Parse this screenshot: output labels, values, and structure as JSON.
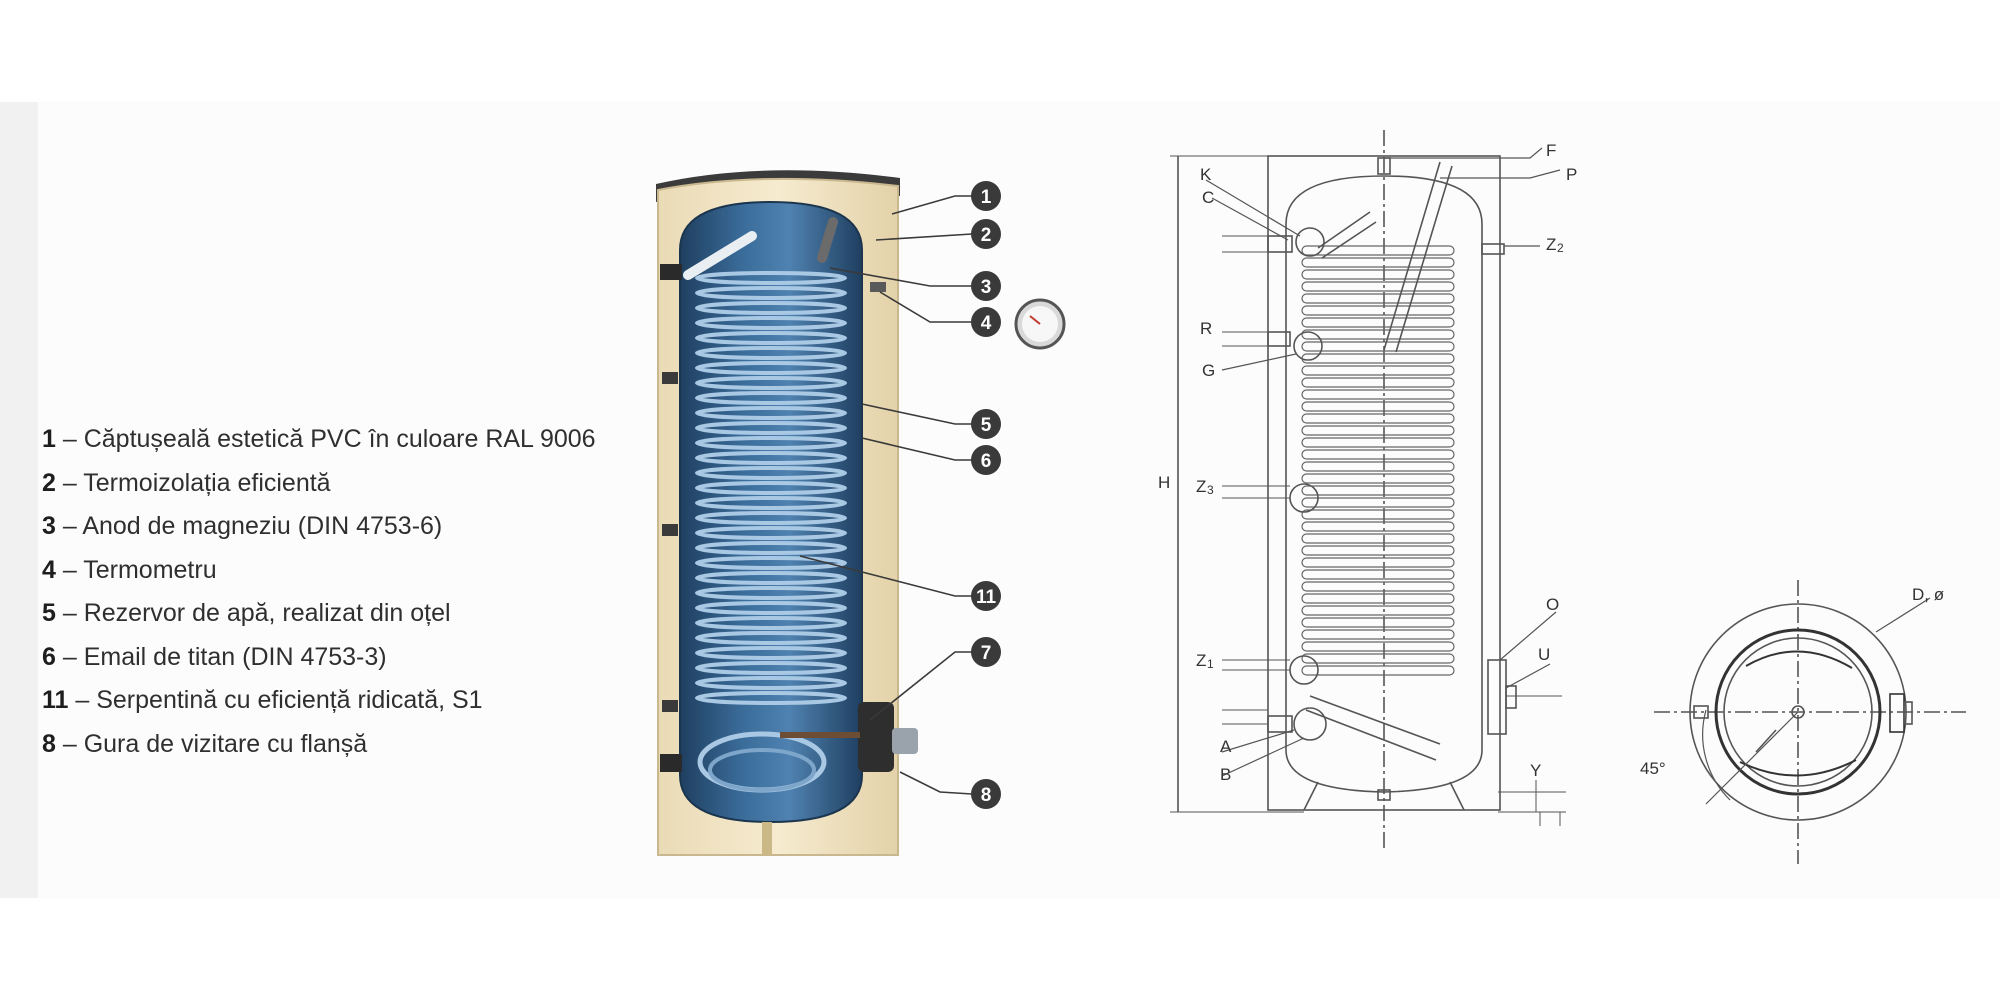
{
  "legend": [
    {
      "num": "1",
      "text": " – Căptușeală estetică PVC în culoare RAL 9006"
    },
    {
      "num": "2",
      "text": " – Termoizolația eficientă"
    },
    {
      "num": "3",
      "text": " – Anod de magneziu (DIN 4753-6)"
    },
    {
      "num": "4",
      "text": " – Termometru"
    },
    {
      "num": "5",
      "text": " – Rezervor de apă, realizat din oțel"
    },
    {
      "num": "6",
      "text": " – Email de titan (DIN 4753-3)"
    },
    {
      "num": "11",
      "text": " – Serpentină cu eficiență ridicată, S1"
    },
    {
      "num": "8",
      "text": " – Gura de vizitare cu flanșă"
    }
  ],
  "callouts": [
    "1",
    "2",
    "3",
    "4",
    "5",
    "6",
    "11",
    "7",
    "8"
  ],
  "drawing_labels": {
    "F": "F",
    "P": "P",
    "K": "K",
    "C": "C",
    "Z2": "Z",
    "Z2_sub": "2",
    "R": "R",
    "G": "G",
    "H": "H",
    "Z3": "Z",
    "Z3_sub": "3",
    "Z1": "Z",
    "Z1_sub": "1",
    "A": "A",
    "B": "B",
    "O": "O",
    "U": "U",
    "Y": "Y"
  },
  "top_view_labels": {
    "diameter": "D, ø",
    "angle": "45°"
  },
  "colors": {
    "insulation": "#f3e6c7",
    "tank": "#2e5b86",
    "coil": "#9fc0de",
    "callout": "#3a3a3a",
    "casing_top": "#3b3b3b"
  }
}
